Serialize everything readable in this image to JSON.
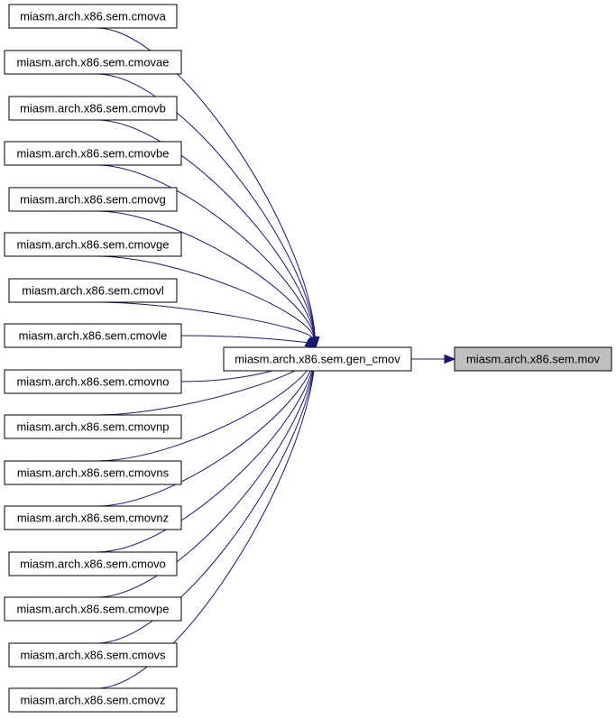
{
  "center": {
    "label": "miasm.arch.x86.sem.gen_cmov"
  },
  "target": {
    "label": "miasm.arch.x86.sem.mov"
  },
  "callers": [
    {
      "label": "miasm.arch.x86.sem.cmova"
    },
    {
      "label": "miasm.arch.x86.sem.cmovae"
    },
    {
      "label": "miasm.arch.x86.sem.cmovb"
    },
    {
      "label": "miasm.arch.x86.sem.cmovbe"
    },
    {
      "label": "miasm.arch.x86.sem.cmovg"
    },
    {
      "label": "miasm.arch.x86.sem.cmovge"
    },
    {
      "label": "miasm.arch.x86.sem.cmovl"
    },
    {
      "label": "miasm.arch.x86.sem.cmovle"
    },
    {
      "label": "miasm.arch.x86.sem.cmovno"
    },
    {
      "label": "miasm.arch.x86.sem.cmovnp"
    },
    {
      "label": "miasm.arch.x86.sem.cmovns"
    },
    {
      "label": "miasm.arch.x86.sem.cmovnz"
    },
    {
      "label": "miasm.arch.x86.sem.cmovo"
    },
    {
      "label": "miasm.arch.x86.sem.cmovpe"
    },
    {
      "label": "miasm.arch.x86.sem.cmovs"
    },
    {
      "label": "miasm.arch.x86.sem.cmovz"
    }
  ],
  "colors": {
    "edge": "#191970",
    "highlight_fill": "#bfbfbf",
    "node_border": "#000000"
  }
}
